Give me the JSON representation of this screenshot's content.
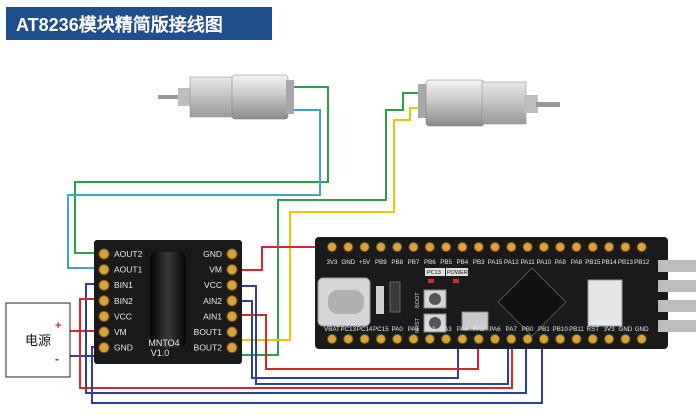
{
  "title": "AT8236模块精简版接线图",
  "power_box": {
    "label": "电源",
    "plus": "+",
    "minus": "-"
  },
  "driver": {
    "left_pins": [
      "AOUT2",
      "AOUT1",
      "BIN1",
      "BIN2",
      "VCC",
      "VM",
      "GND"
    ],
    "right_pins": [
      "GND",
      "VM",
      "VCC",
      "AIN2",
      "AIN1",
      "BOUT1",
      "BOUT2"
    ],
    "model": "MNTO4",
    "version": "V1.0"
  },
  "mcu": {
    "top_pins": [
      "3V3",
      "GND",
      "+5V",
      "PB9",
      "PB8",
      "PB7",
      "PB6",
      "PB5",
      "PB4",
      "PB3",
      "PA15",
      "PA12",
      "PA11",
      "PA10",
      "PA9",
      "PA8",
      "PB15",
      "PB14",
      "PB13",
      "PB12"
    ],
    "bottom_pins": [
      "VBAT",
      "PC13",
      "PC14",
      "PC15",
      "PA0",
      "PA1",
      "PA2",
      "PA3",
      "PA4",
      "PA5",
      "PA6",
      "PA7",
      "PB0",
      "PB1",
      "PB10",
      "PB11",
      "RST",
      "3V3",
      "GND",
      "GND"
    ],
    "labels": {
      "pc13": "PC13",
      "power": "POWER",
      "boot": "BOOT",
      "nrst": "NRST"
    }
  },
  "colors": {
    "title_bg": "#1f4e8c",
    "wire_red": "#d9262b",
    "wire_blue": "#2d3ea0",
    "wire_green": "#2ea043",
    "wire_cyan": "#3aa7c8",
    "wire_yellow": "#f2c200",
    "board_black": "#1a1a1a"
  }
}
